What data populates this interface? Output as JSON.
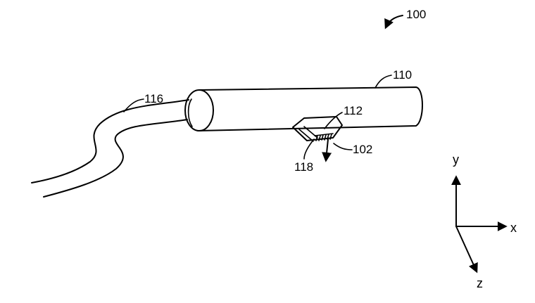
{
  "figure_ref": "100",
  "labels": {
    "device": "110",
    "port": "112",
    "cable": "116",
    "connector": "118",
    "direction": "102"
  },
  "axes": {
    "x": "x",
    "y": "y",
    "z": "z"
  }
}
